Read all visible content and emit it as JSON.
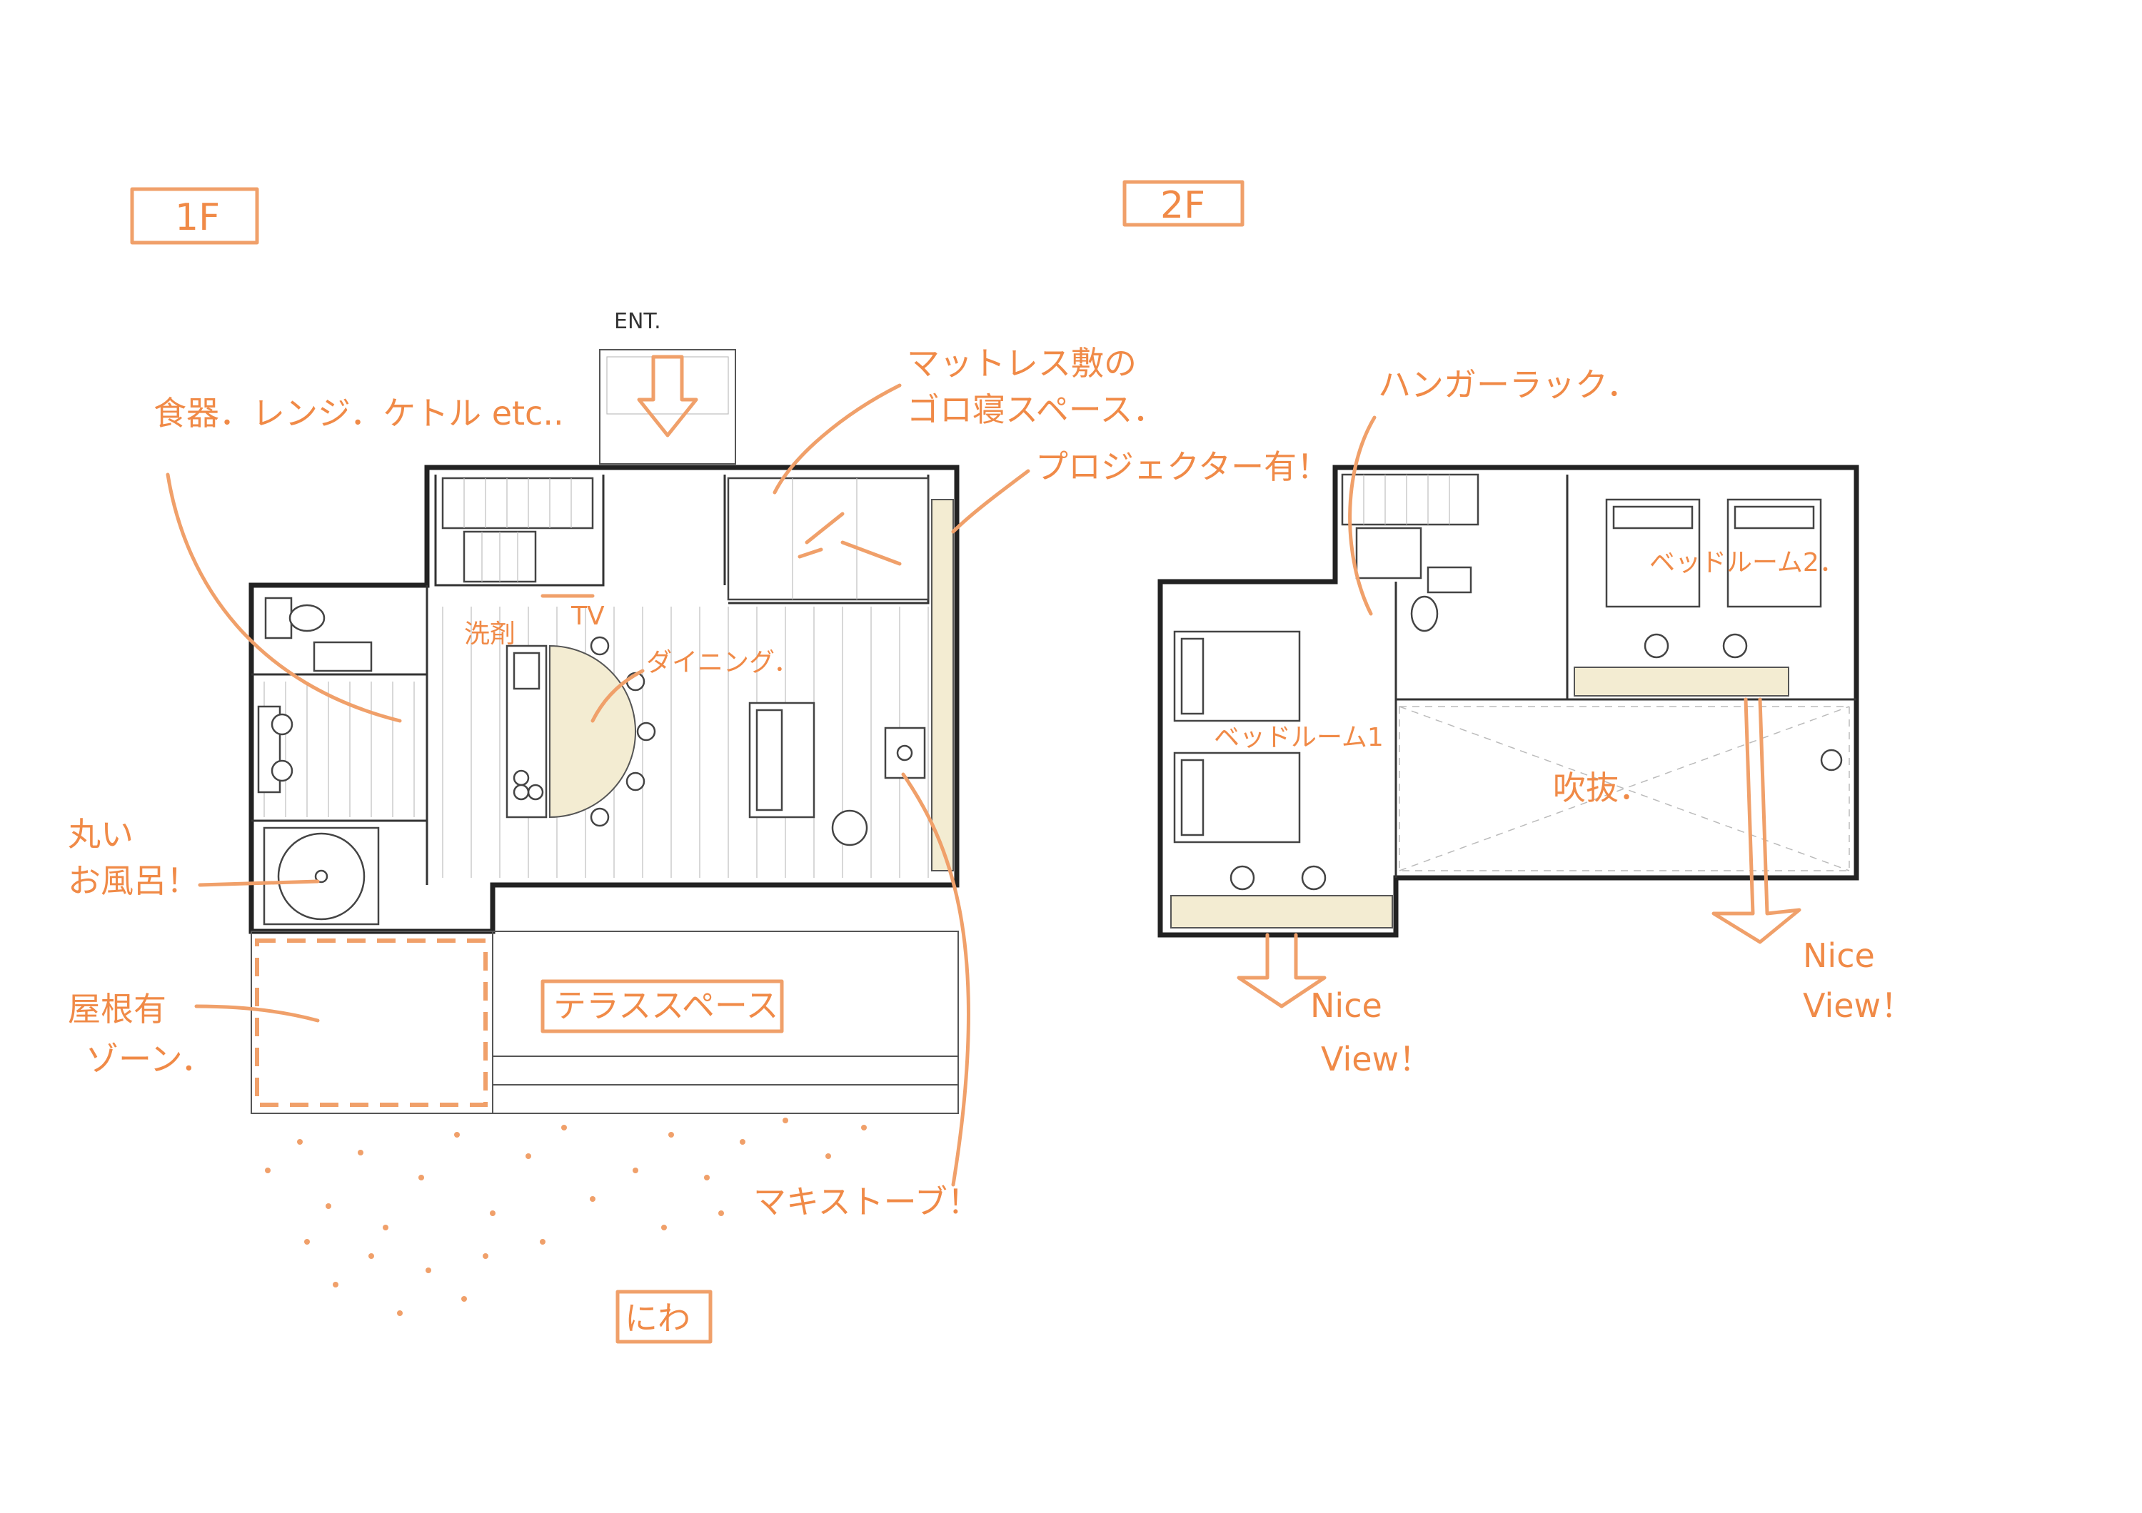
{
  "floors": {
    "first": {
      "label": "1F",
      "entrance": "ENT.",
      "tv": "TV",
      "callouts": {
        "kitchen_items": "食器．レンジ．ケトル etc..",
        "sleeping_space": "マットレス敷の",
        "sleeping_space_2": "ゴロ寝スペース．",
        "projector": "プロジェクター有！",
        "storage": "洗剤",
        "dining": "ダイニング．",
        "round_bath": "丸い",
        "round_bath_2": "お風呂！",
        "roofed_zone": "屋根有",
        "roofed_zone_2": "ゾーン．",
        "terrace": "テラススペース",
        "wood_stove": "マキストーブ！",
        "garden": "にわ"
      }
    },
    "second": {
      "label": "2F",
      "callouts": {
        "hanger_rack": "ハンガーラック．",
        "bedroom_1": "ベッドルーム1",
        "bedroom_2": "ベッドルーム2．",
        "void": "吹抜．",
        "nice_view_1": "Nice",
        "nice_view_1b": "View！",
        "nice_view_2": "Nice",
        "nice_view_2b": "View！"
      }
    }
  },
  "colors": {
    "annotation": "#f08a47",
    "wall": "#222222",
    "highlight_fill": "#f3ecd2"
  }
}
